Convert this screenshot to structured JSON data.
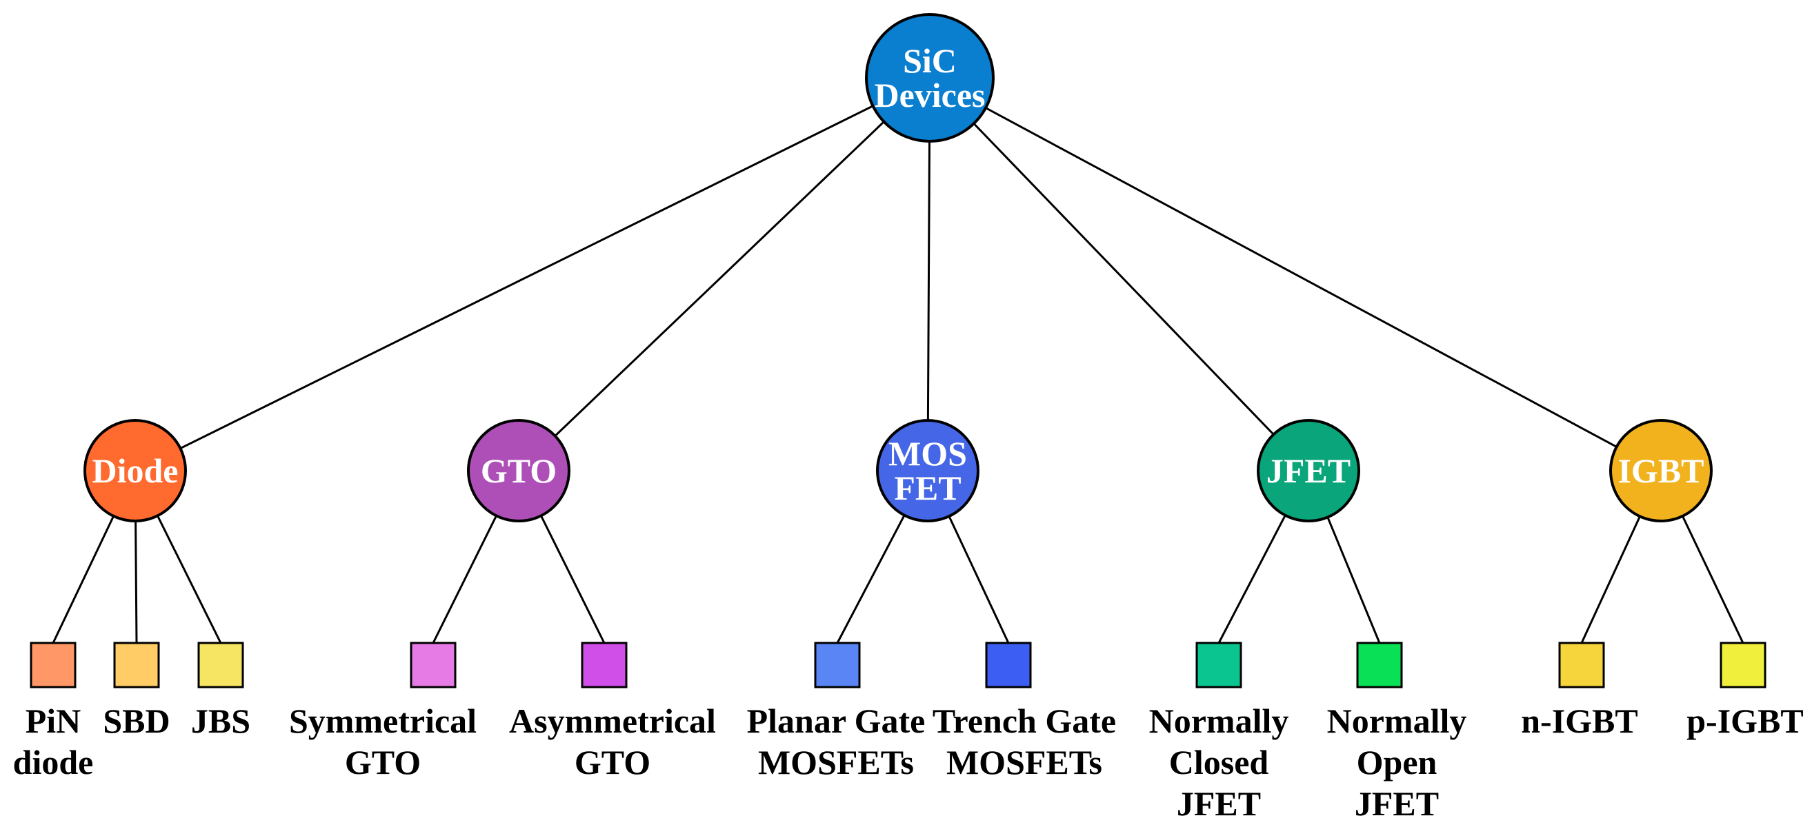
{
  "root": {
    "lines": [
      "SiC",
      "Devices"
    ],
    "color": "#0a7fd0"
  },
  "categories": [
    {
      "id": "diode",
      "lines": [
        "Diode"
      ],
      "color": "#ff6a2e",
      "children": [
        {
          "id": "pin-diode",
          "lines": [
            "PiN",
            "diode"
          ],
          "color": "#ff9766"
        },
        {
          "id": "sbd",
          "lines": [
            "SBD"
          ],
          "color": "#ffcc66"
        },
        {
          "id": "jbs",
          "lines": [
            "JBS"
          ],
          "color": "#f6e463"
        }
      ]
    },
    {
      "id": "gto",
      "lines": [
        "GTO"
      ],
      "color": "#ae4fb8",
      "children": [
        {
          "id": "symmetrical-gto",
          "lines": [
            "Symmetrical",
            "GTO"
          ],
          "color": "#e67be6"
        },
        {
          "id": "asymmetrical-gto",
          "lines": [
            "Asymmetrical",
            "GTO"
          ],
          "color": "#cf4fe8"
        }
      ]
    },
    {
      "id": "mosfet",
      "lines": [
        "MOS",
        "FET"
      ],
      "color": "#4566e6",
      "children": [
        {
          "id": "planar-gate-mosfets",
          "lines": [
            "Planar Gate",
            "MOSFETs"
          ],
          "color": "#5a86f5"
        },
        {
          "id": "trench-gate-mosfets",
          "lines": [
            "Trench Gate",
            "MOSFETs"
          ],
          "color": "#3d5ef2"
        }
      ]
    },
    {
      "id": "jfet",
      "lines": [
        "JFET"
      ],
      "color": "#0aa57a",
      "children": [
        {
          "id": "normally-closed-jfet",
          "lines": [
            "Normally",
            "Closed",
            "JFET"
          ],
          "color": "#0ac590"
        },
        {
          "id": "normally-open-jfet",
          "lines": [
            "Normally",
            "Open",
            "JFET"
          ],
          "color": "#0ae055"
        }
      ]
    },
    {
      "id": "igbt",
      "lines": [
        "IGBT"
      ],
      "color": "#f2b21e",
      "children": [
        {
          "id": "n-igbt",
          "lines": [
            "n-IGBT"
          ],
          "color": "#f6d43c"
        },
        {
          "id": "p-igbt",
          "lines": [
            "p-IGBT"
          ],
          "color": "#f0f03c"
        }
      ]
    }
  ]
}
